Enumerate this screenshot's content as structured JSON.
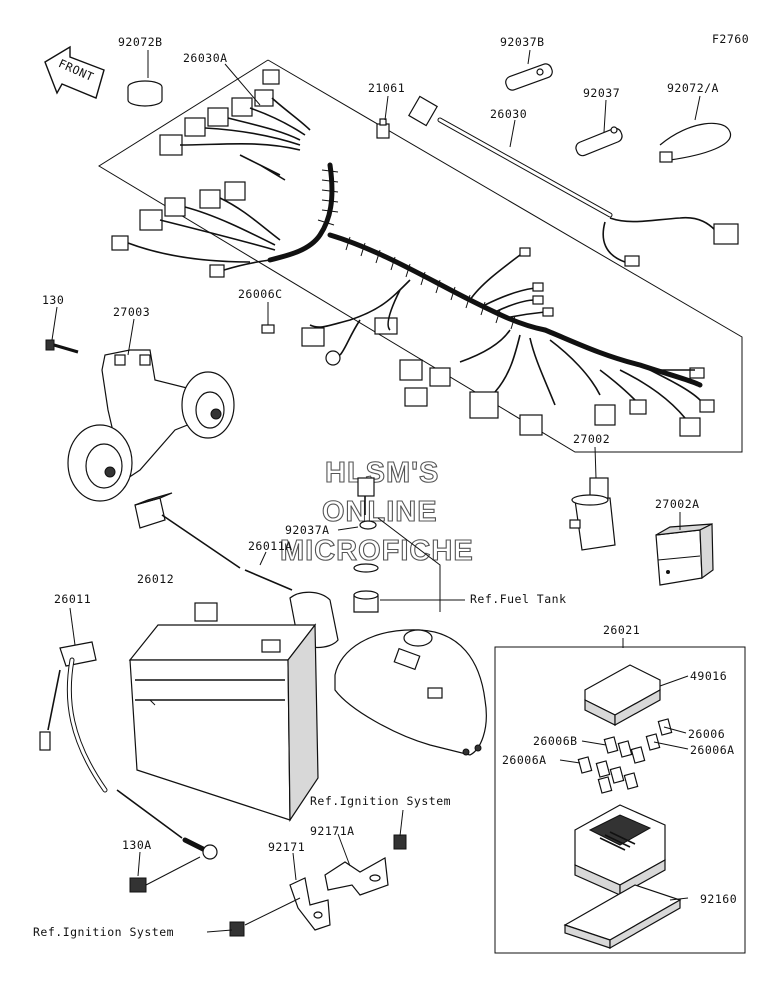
{
  "diagram_code": "F2760",
  "front_label": "FRONT",
  "watermark": [
    "HLSM'S",
    "ONLINE",
    "MICROFICHE"
  ],
  "labels": {
    "p92072B": "92072B",
    "p26030A": "26030A",
    "p21061": "21061",
    "p92037B": "92037B",
    "p26030": "26030",
    "p92037": "92037",
    "p92072A": "92072/A",
    "p130": "130",
    "p27003": "27003",
    "p26006C": "26006C",
    "p27002": "27002",
    "p27002A": "27002A",
    "p92037A": "92037A",
    "p26011A": "26011A",
    "p26012": "26012",
    "p26011": "26011",
    "refFuelTank": "Ref.Fuel Tank",
    "p26021": "26021",
    "p49016": "49016",
    "p26006B": "26006B",
    "p26006": "26006",
    "p26006A_left": "26006A",
    "p26006A_right": "26006A",
    "refIgnitionTop": "Ref.Ignition System",
    "p92171A": "92171A",
    "p92171": "92171",
    "p130A": "130A",
    "p92160": "92160",
    "refIgnitionBottom": "Ref.Ignition System"
  }
}
